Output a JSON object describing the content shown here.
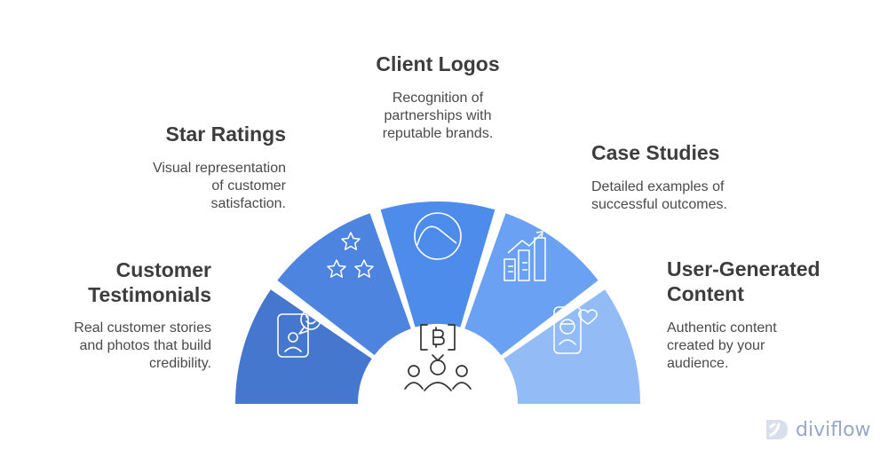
{
  "segments": [
    {
      "title_lines": [
        "Customer",
        "Testimonials"
      ],
      "desc_lines": [
        "Real customer stories",
        "and photos that build",
        "credibility."
      ],
      "color": "#4677cf",
      "icon": "testimonial-phone-icon"
    },
    {
      "title_lines": [
        "Star Ratings"
      ],
      "desc_lines": [
        "Visual representation",
        "of customer",
        "satisfaction."
      ],
      "color": "#4d84e0",
      "icon": "stars-icon"
    },
    {
      "title_lines": [
        "Client Logos"
      ],
      "desc_lines": [
        "Recognition of",
        "partnerships with",
        "reputable brands."
      ],
      "color": "#4e8cec",
      "icon": "logo-circle-icon"
    },
    {
      "title_lines": [
        "Case Studies"
      ],
      "desc_lines": [
        "Detailed examples of",
        "successful outcomes."
      ],
      "color": "#6aa1f2",
      "icon": "bar-chart-growth-icon"
    },
    {
      "title_lines": [
        "User-Generated",
        "Content"
      ],
      "desc_lines": [
        "Authentic content",
        "created by your",
        "audience."
      ],
      "color": "#93bcf6",
      "icon": "phone-heart-icon"
    }
  ],
  "center_icon": "bitcoin-community-icon",
  "brand": {
    "name": "diviflow",
    "color": "#9aa8c4",
    "icon": "diviflow-logo-icon"
  }
}
